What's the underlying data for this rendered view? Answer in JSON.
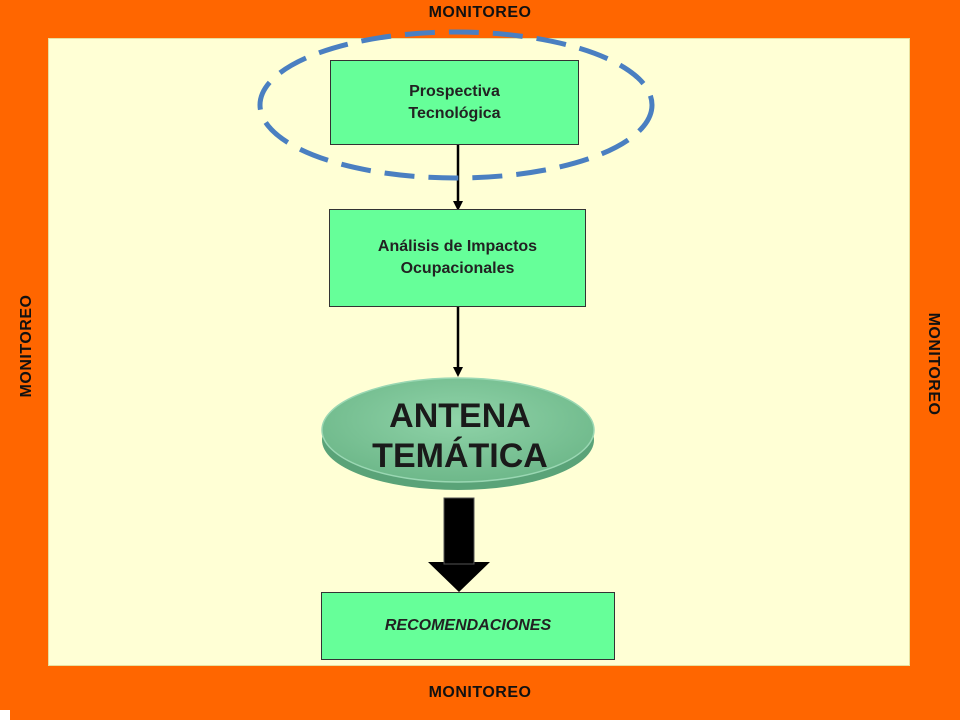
{
  "frame": {
    "top_label": "MONITOREO",
    "bottom_label": "MONITOREO",
    "left_label": "MONITOREO",
    "right_label": "MONITOREO"
  },
  "steps": [
    {
      "label": "Prospectiva\nTecnológica"
    },
    {
      "label": "Análisis de Impactos\nOcupacionales"
    },
    {
      "label": "ANTENA\nTEMÁTICA"
    },
    {
      "label": "RECOMENDACIONES"
    }
  ],
  "colors": {
    "frame": "#ff6600",
    "panel": "#ffffd5",
    "box_fill": "#66ff99",
    "ellipse_fill": "#7fc49a",
    "highlight_dash": "#4a7fc1"
  }
}
